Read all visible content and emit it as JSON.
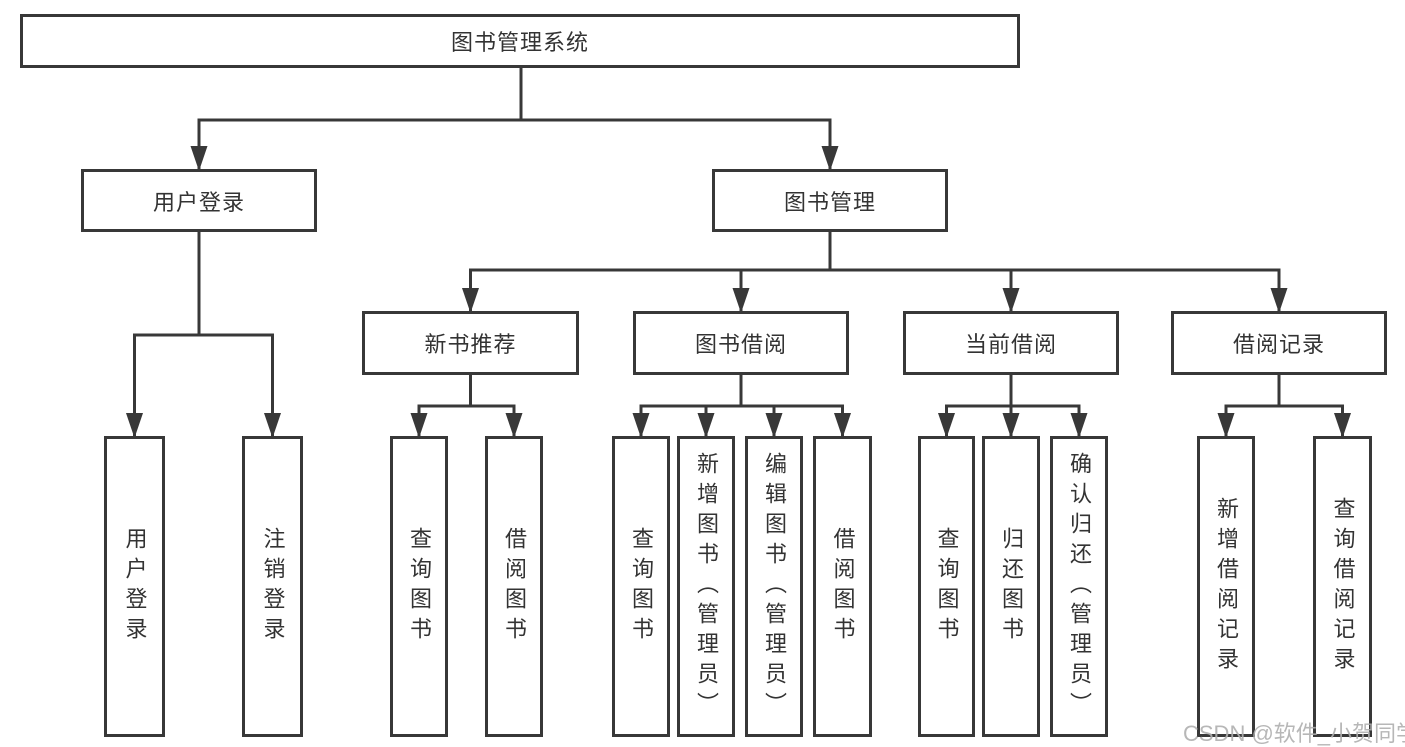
{
  "diagram": {
    "root": {
      "label": "图书管理系统"
    },
    "level2": [
      {
        "label": "用户登录"
      },
      {
        "label": "图书管理"
      }
    ],
    "level3": [
      {
        "label": "新书推荐"
      },
      {
        "label": "图书借阅"
      },
      {
        "label": "当前借阅"
      },
      {
        "label": "借阅记录"
      }
    ],
    "leaves": [
      {
        "label": "用户登录"
      },
      {
        "label": "注销登录"
      },
      {
        "label": "查询图书"
      },
      {
        "label": "借阅图书"
      },
      {
        "label": "查询图书"
      },
      {
        "label": "新增图书（管理员）"
      },
      {
        "label": "编辑图书（管理员）"
      },
      {
        "label": "借阅图书"
      },
      {
        "label": "查询图书"
      },
      {
        "label": "归还图书"
      },
      {
        "label": "确认归还（管理员）"
      },
      {
        "label": "新增借阅记录"
      },
      {
        "label": "查询借阅记录"
      }
    ]
  },
  "watermark": {
    "text": "CSDN @软件_小贺同学"
  },
  "colors": {
    "line": "#383838",
    "box_border": "#383838",
    "text": "#333333",
    "background": "#ffffff",
    "watermark": "#afafaf"
  }
}
